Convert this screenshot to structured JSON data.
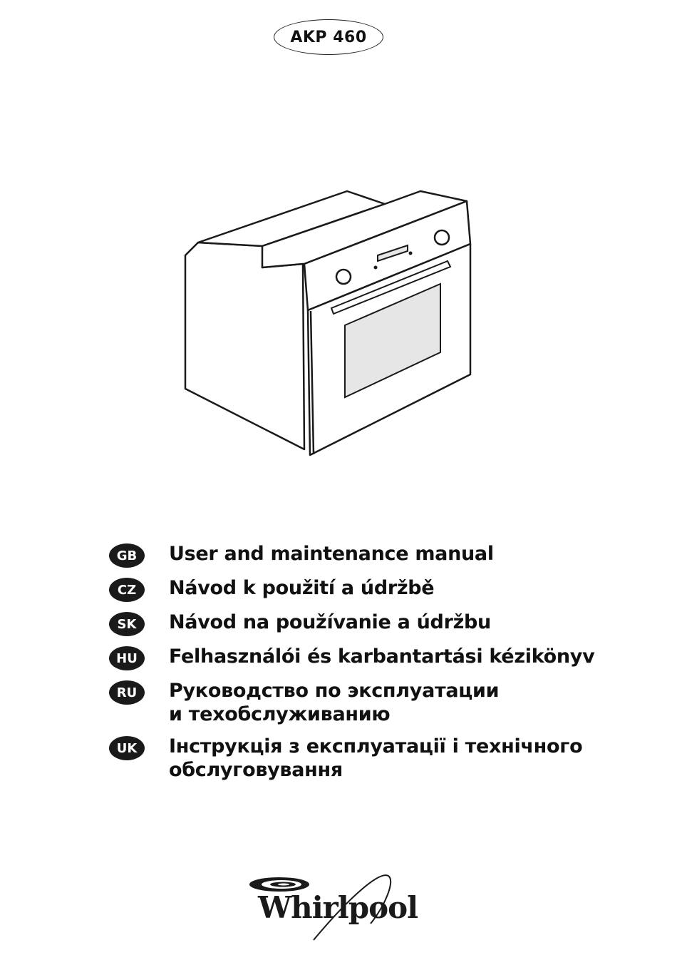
{
  "header": {
    "model": "AKP 460"
  },
  "illustration": {
    "subject": "oven-icon"
  },
  "languages": [
    {
      "code": "GB",
      "lines": [
        "User and maintenance manual"
      ]
    },
    {
      "code": "CZ",
      "lines": [
        "Návod k použití a údržbě"
      ]
    },
    {
      "code": "SK",
      "lines": [
        "Návod na používanie a údržbu"
      ]
    },
    {
      "code": "HU",
      "lines": [
        "Felhasználói és karbantartási kézikönyv"
      ]
    },
    {
      "code": "RU",
      "lines": [
        "Руководство по эксплуатации",
        "и техобслуживанию"
      ]
    },
    {
      "code": "UK",
      "lines": [
        "Інструкція з експлуатації і технічного",
        "обслуговування"
      ]
    }
  ],
  "brand": {
    "name": "Whirlpool"
  },
  "colors": {
    "badge_bg": "#1a1a1a",
    "text": "#111111",
    "window_fill": "#e6e6e6"
  }
}
